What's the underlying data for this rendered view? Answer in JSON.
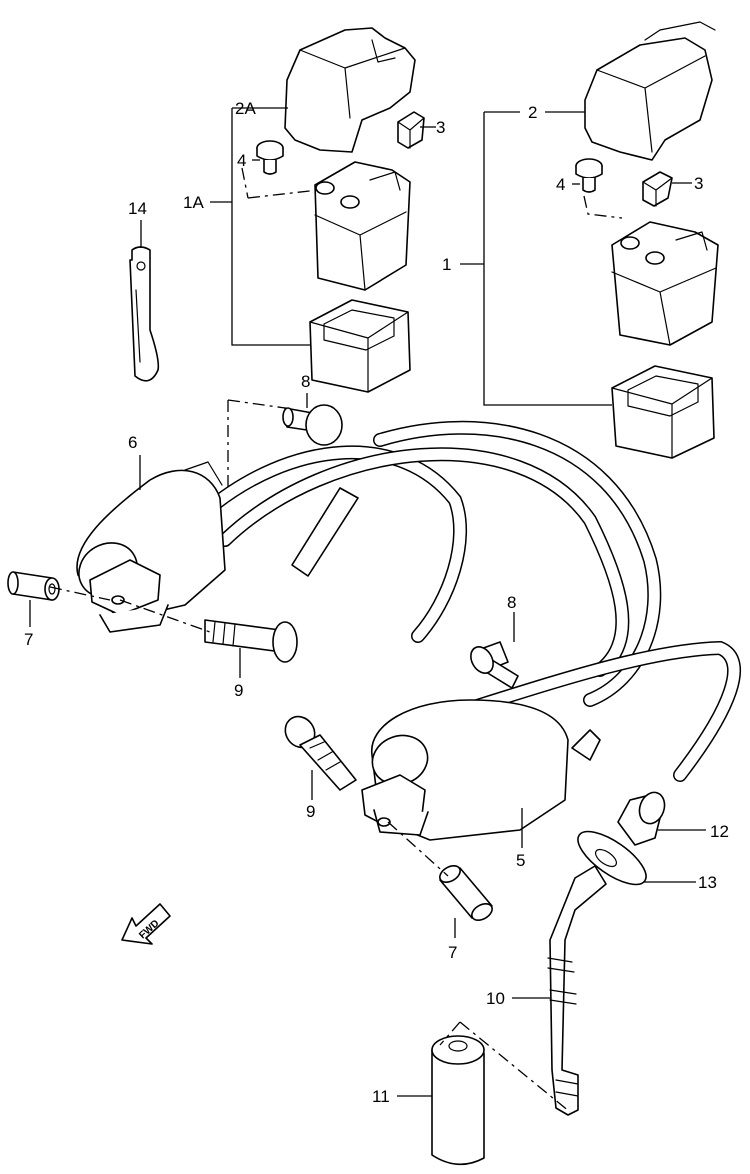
{
  "callouts": {
    "c1": "1",
    "c1a": "1A",
    "c2": "2",
    "c2a": "2A",
    "c3a": "3",
    "c3b": "3",
    "c4a": "4",
    "c4b": "4",
    "c5": "5",
    "c6": "6",
    "c7a": "7",
    "c7b": "7",
    "c8a": "8",
    "c8b": "8",
    "c9a": "9",
    "c9b": "9",
    "c10": "10",
    "c11": "11",
    "c12": "12",
    "c13": "13",
    "c14": "14"
  },
  "fwd_label": "FWD",
  "icons": {
    "fwd": "arrow-left-down-icon"
  }
}
